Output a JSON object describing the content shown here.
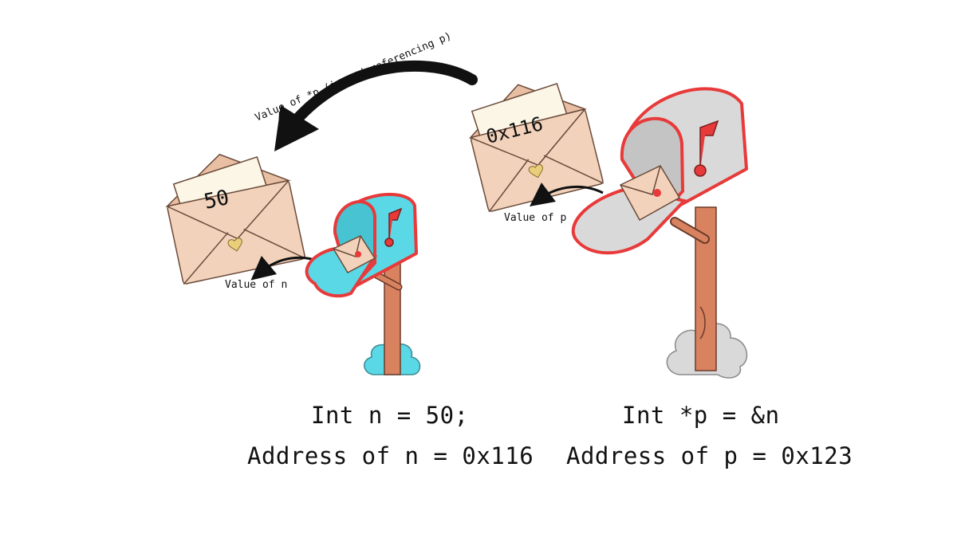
{
  "letters": {
    "n_value": "50",
    "p_value": "0x116"
  },
  "labels": {
    "value_of_n": "Value of n",
    "value_of_p": "Value of p",
    "deref": "Value of *p (i.e. dereferencing p)"
  },
  "code": {
    "n_decl": "Int n = 50;",
    "n_addr": "Address of n = 0x116",
    "p_decl": "Int *p = &n",
    "p_addr": "Address of p = 0x123"
  },
  "colors": {
    "mailbox_n": "#5ad8e6",
    "mailbox_p": "#d9d9d9",
    "outline_red": "#e83a3a",
    "envelope": "#f2d2bb",
    "envelope_dark": "#e8bfa3",
    "paper": "#fbf6e6",
    "post": "#d9825f",
    "bush_n": "#5ad8e6",
    "bush_p": "#d9d9d9",
    "ink": "#111111"
  },
  "icons": {
    "mailbox_n": "mailbox-icon",
    "mailbox_p": "mailbox-icon",
    "envelope_n": "envelope-icon",
    "envelope_p": "envelope-icon"
  }
}
